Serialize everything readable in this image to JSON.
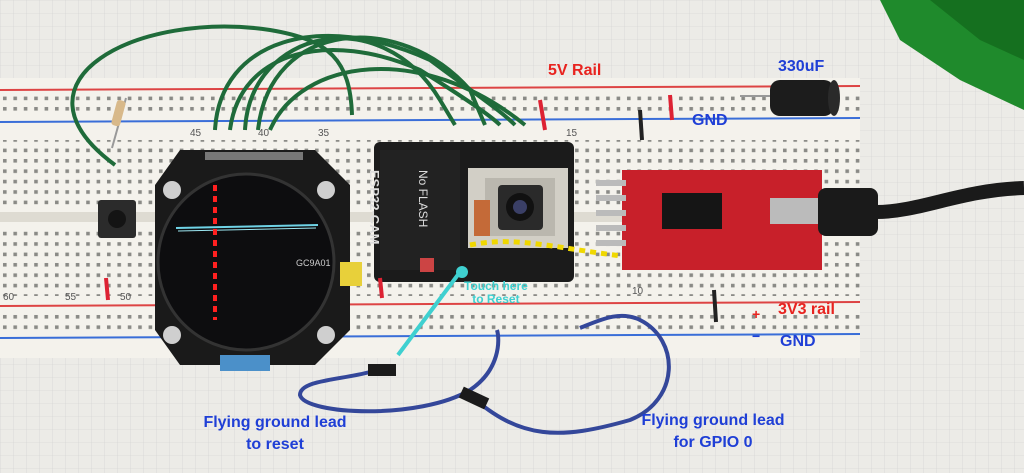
{
  "annotations": {
    "rail_5v": "5V Rail",
    "capacitor": "330uF",
    "gnd_top": "GND",
    "rail_3v3": "3V3 rail",
    "gnd_bottom": "GND",
    "touch_reset_line1": "Touch here",
    "touch_reset_line2": "to Reset",
    "flying_reset_line1": "Flying ground lead",
    "flying_reset_line2": "to reset",
    "flying_gpio_line1": "Flying ground lead",
    "flying_gpio_line2": "for GPIO 0"
  },
  "board_labels": {
    "module_name": "ESP32-CAM",
    "no_flash": "No FLASH",
    "gc_label": "GC9A01",
    "col_60": "60",
    "col_55": "55",
    "col_50": "50",
    "col_45": "45",
    "col_40": "40",
    "col_35": "35",
    "col_15": "15",
    "col_10": "10",
    "rail_plus": "+",
    "rail_minus": "−"
  },
  "colors": {
    "red_annotation": "#e8231f",
    "blue_annotation": "#1f3fd6",
    "cyan_annotation": "#3fd0d0",
    "ftdi_board": "#c8202a",
    "jumper_wire": "#1f6b3a",
    "breadboard": "#f4f2ec"
  }
}
